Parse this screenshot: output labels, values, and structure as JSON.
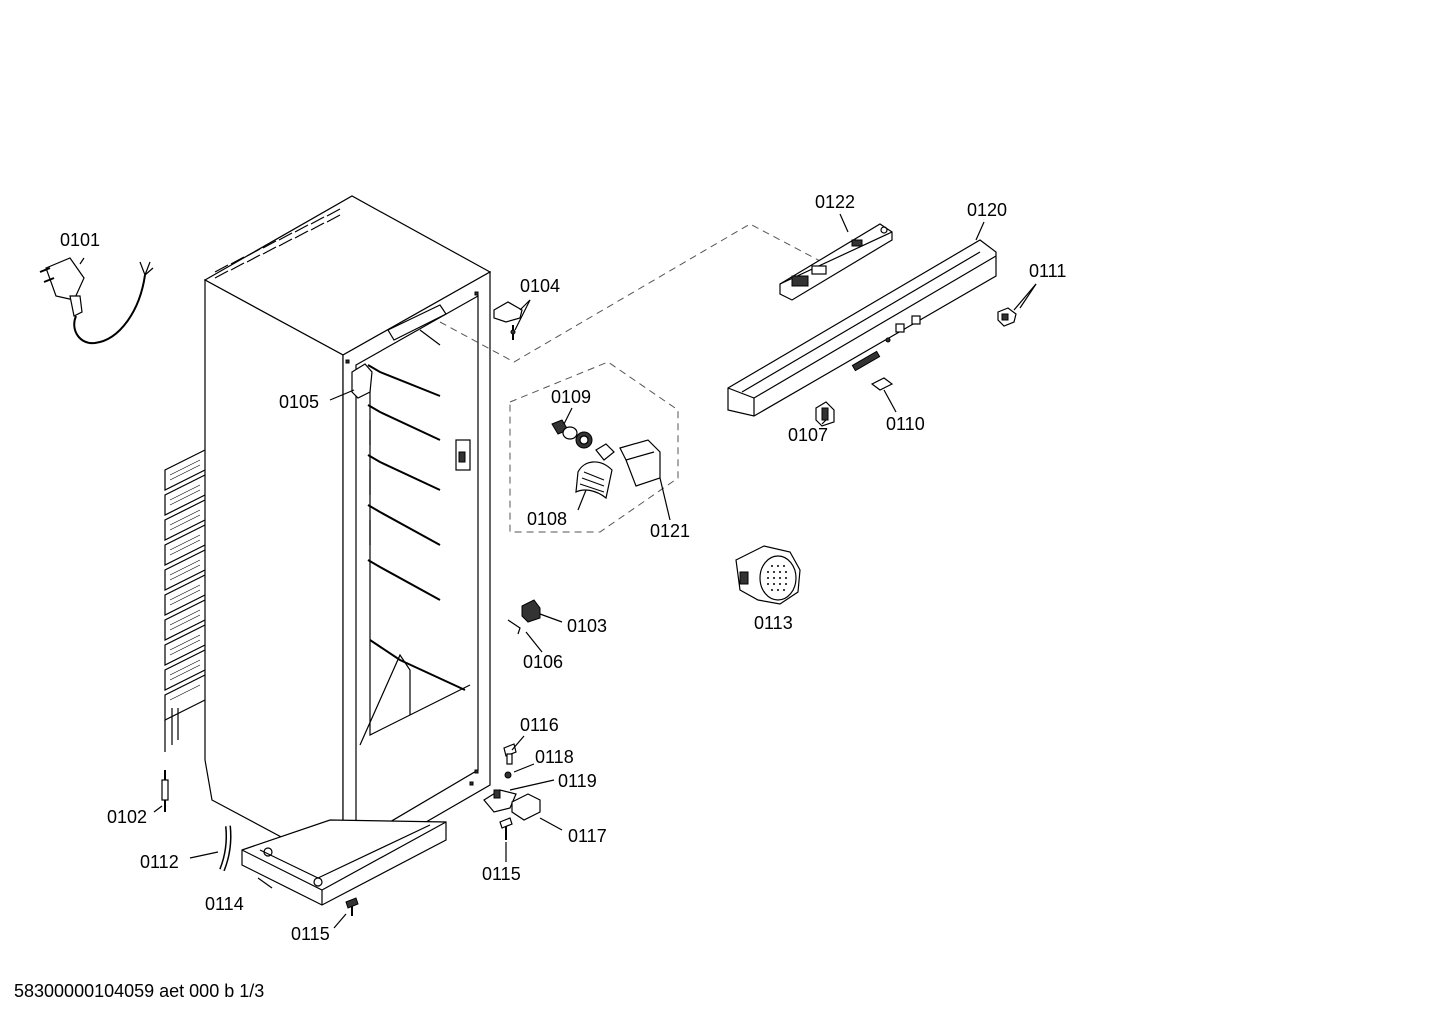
{
  "footer": {
    "text": "58300000104059 aet 000 b 1/3"
  },
  "callouts": [
    {
      "id": "c0101",
      "text": "0101"
    },
    {
      "id": "c0104",
      "text": "0104"
    },
    {
      "id": "c0105",
      "text": "0105"
    },
    {
      "id": "c0109",
      "text": "0109"
    },
    {
      "id": "c0108",
      "text": "0108"
    },
    {
      "id": "c0121",
      "text": "0121"
    },
    {
      "id": "c0122",
      "text": "0122"
    },
    {
      "id": "c0120",
      "text": "0120"
    },
    {
      "id": "c0111",
      "text": "0111"
    },
    {
      "id": "c0107",
      "text": "0107"
    },
    {
      "id": "c0110",
      "text": "0110"
    },
    {
      "id": "c0113",
      "text": "0113"
    },
    {
      "id": "c0103",
      "text": "0103"
    },
    {
      "id": "c0106",
      "text": "0106"
    },
    {
      "id": "c0116",
      "text": "0116"
    },
    {
      "id": "c0118",
      "text": "0118"
    },
    {
      "id": "c0119",
      "text": "0119"
    },
    {
      "id": "c0117",
      "text": "0117"
    },
    {
      "id": "c0115a",
      "text": "0115"
    },
    {
      "id": "c0102",
      "text": "0102"
    },
    {
      "id": "c0112",
      "text": "0112"
    },
    {
      "id": "c0114",
      "text": "0114"
    },
    {
      "id": "c0115b",
      "text": "0115"
    }
  ]
}
